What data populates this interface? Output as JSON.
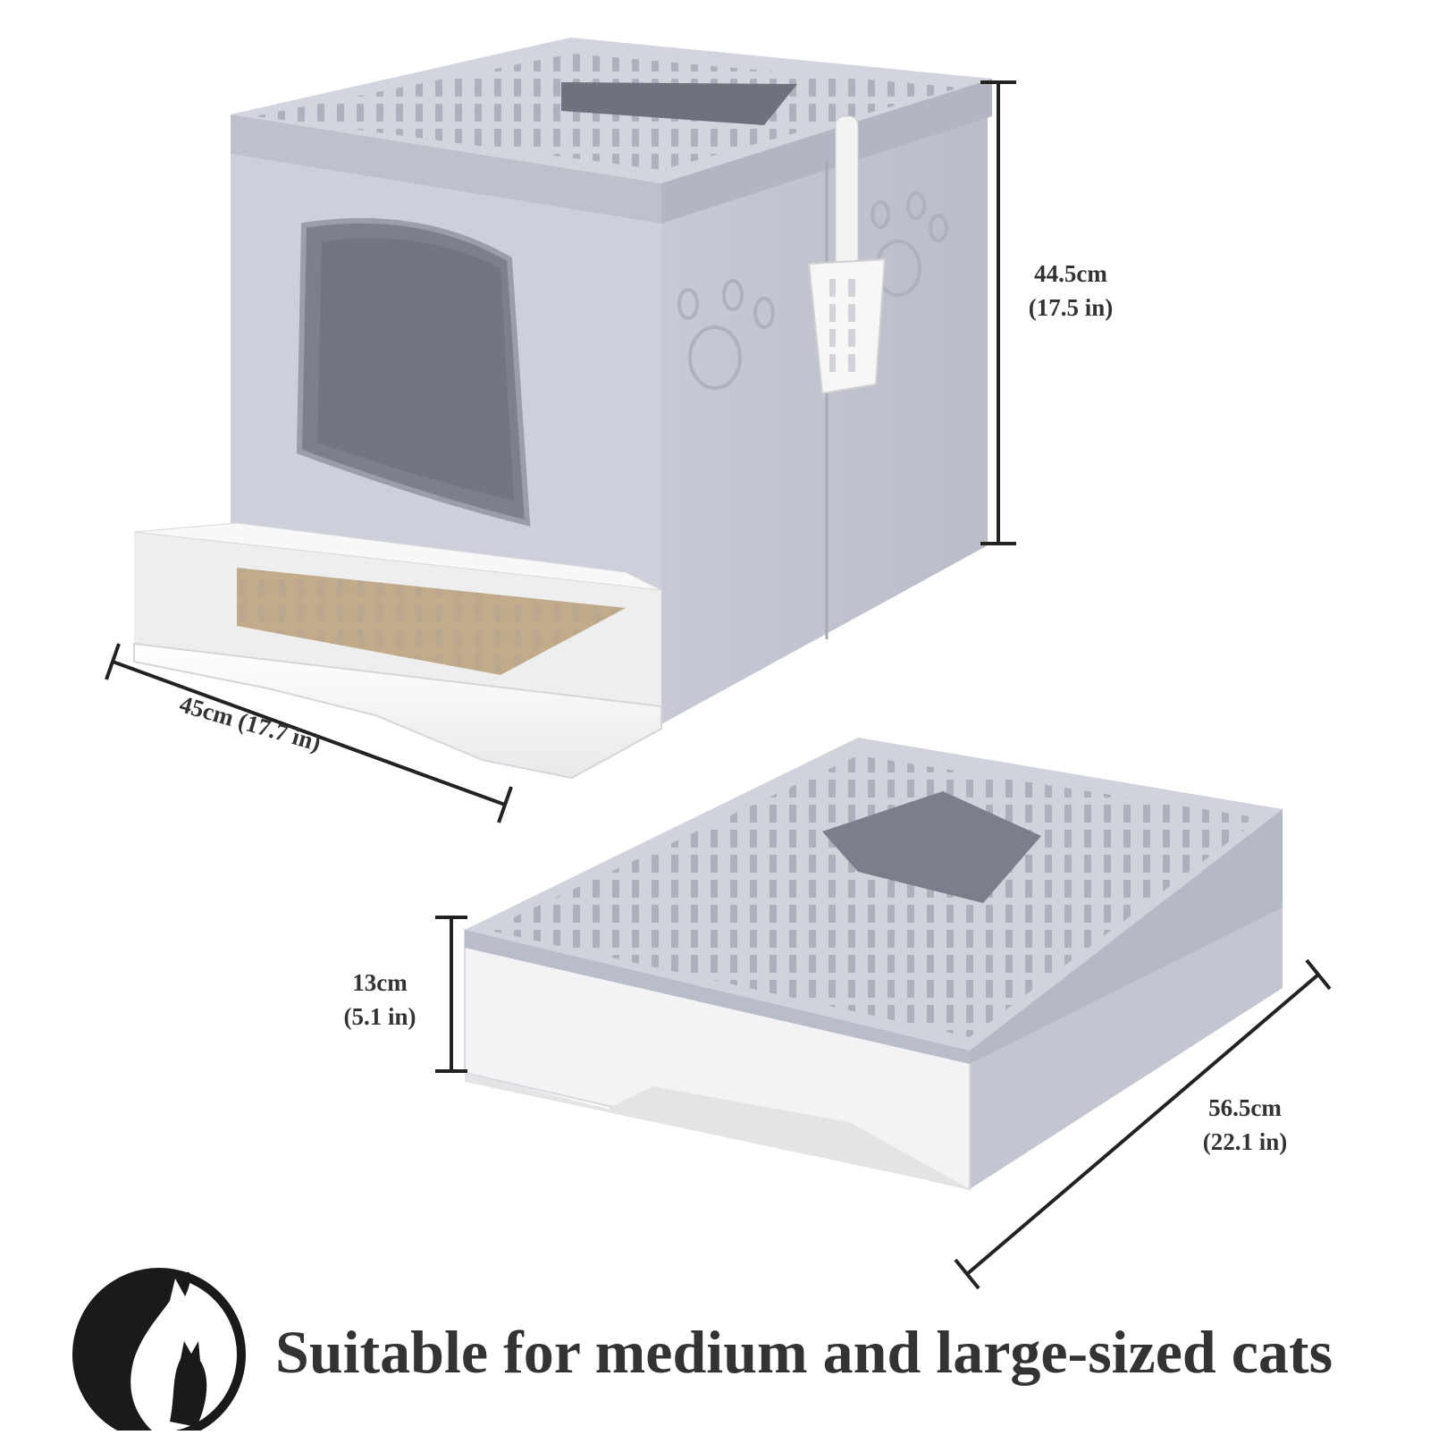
{
  "dimensions": {
    "height_tall": {
      "cm": "44.5cm",
      "in": "(17.5 in)"
    },
    "width_depth": {
      "label": "45cm (17.7 in)"
    },
    "height_flat": {
      "cm": "13cm",
      "in": "(5.1 in)"
    },
    "length": {
      "cm": "56.5cm",
      "in": "(22.1 in)"
    }
  },
  "tagline": "Suitable for medium and large-sized cats",
  "colors": {
    "body_gray": "#c9ccd6",
    "body_gray_dark": "#a9adb9",
    "tray_white": "#f6f6f6",
    "litter": "#c2ab8a",
    "text": "#333333",
    "logo": "#1a1a1a"
  }
}
